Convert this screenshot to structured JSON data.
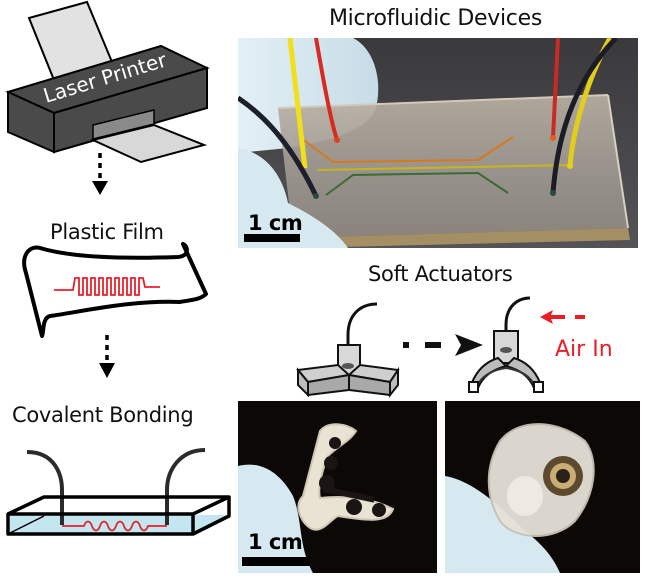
{
  "workflow": {
    "step1": {
      "label": "Laser Printer"
    },
    "step2": {
      "label": "Plastic Film"
    },
    "step3": {
      "label": "Covalent Bonding"
    }
  },
  "applications": {
    "microfluidic": {
      "title": "Microfluidic Devices",
      "scale_label": "1 cm"
    },
    "actuators": {
      "title": "Soft Actuators",
      "air_label": "Air In",
      "scale_label": "1 cm"
    }
  },
  "colors": {
    "printer_body": "#4a4a4a",
    "paper": "#e2e2e2",
    "channel_red": "#e8202a",
    "bonding_fill": "#c3e6f0",
    "air_red": "#ee1c24",
    "photo_bg_dark": "#48474a",
    "glove_blue": "#d6e9f1"
  }
}
